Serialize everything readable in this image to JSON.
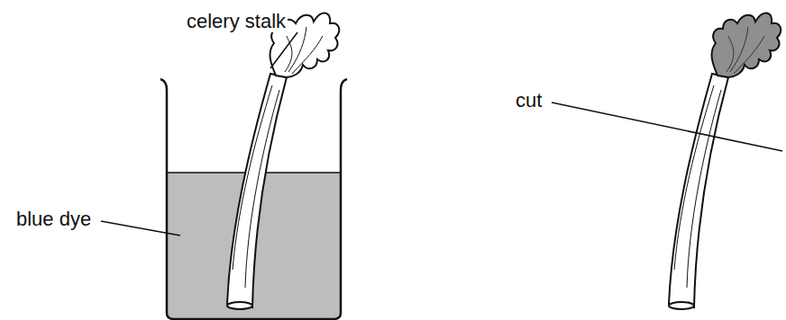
{
  "diagram": {
    "labels": [
      "celery stalk",
      "blue dye",
      "cut"
    ]
  }
}
